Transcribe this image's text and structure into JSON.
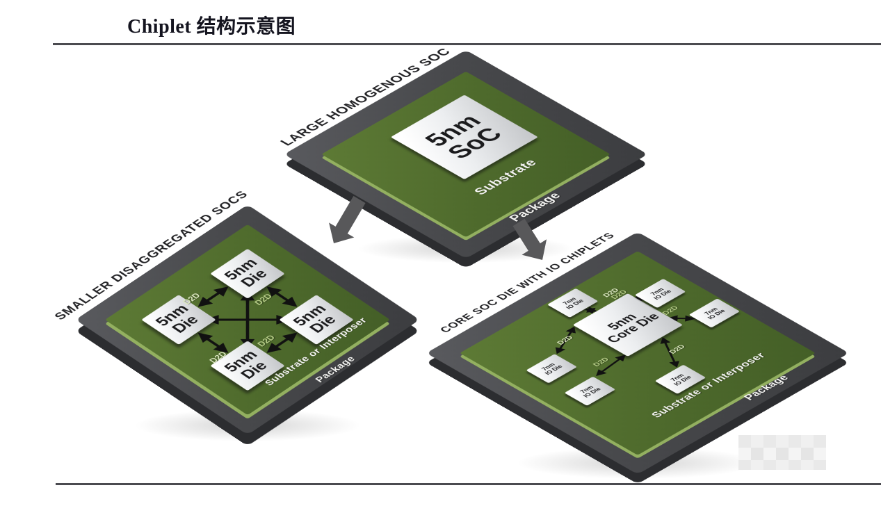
{
  "header": {
    "title": "Chiplet 结构示意图"
  },
  "packages": {
    "large": {
      "title": "LARGE HOMOGENOUS SOC",
      "die": {
        "line1": "5nm",
        "line2": "SoC"
      },
      "substrate_label": "Substrate",
      "package_label": "Package"
    },
    "disaggregated": {
      "title": "SMALLER DISAGGREGATED SOCS",
      "dies": [
        {
          "line1": "5nm",
          "line2": "Die"
        },
        {
          "line1": "5nm",
          "line2": "Die"
        },
        {
          "line1": "5nm",
          "line2": "Die"
        },
        {
          "line1": "5nm",
          "line2": "Die"
        }
      ],
      "d2d_labels": [
        "D2D",
        "D2D",
        "D2D",
        "D2D"
      ],
      "substrate_label": "Substrate or Interposer",
      "package_label": "Package"
    },
    "chiplets": {
      "title": "CORE SOC DIE WITH IO CHIPLETS",
      "core_die": {
        "line1": "5nm",
        "line2": "Core Die"
      },
      "io_dies": [
        {
          "line1": "7nm",
          "line2": "IO Die"
        },
        {
          "line1": "7nm",
          "line2": "IO Die"
        },
        {
          "line1": "7nm",
          "line2": "IO Die"
        },
        {
          "line1": "7nm",
          "line2": "IO Die"
        },
        {
          "line1": "7nm",
          "line2": "IO Die"
        },
        {
          "line1": "7nm",
          "line2": "IO Die"
        }
      ],
      "d2d_labels": [
        "D2D",
        "D2D",
        "D2D",
        "D2D",
        "D2D",
        "D2D"
      ],
      "substrate_label": "Substrate or Interposer",
      "package_label": "Package"
    }
  },
  "colors": {
    "package_top": "#4a4b4e",
    "package_side": "#2c2d30",
    "substrate_green": "#4f6b2c",
    "substrate_edge": "#93b060",
    "die_face": "#f2f3f5",
    "interconnect": "#111111",
    "d2d_text": "#dce8c0",
    "big_arrow": "#58585a"
  }
}
